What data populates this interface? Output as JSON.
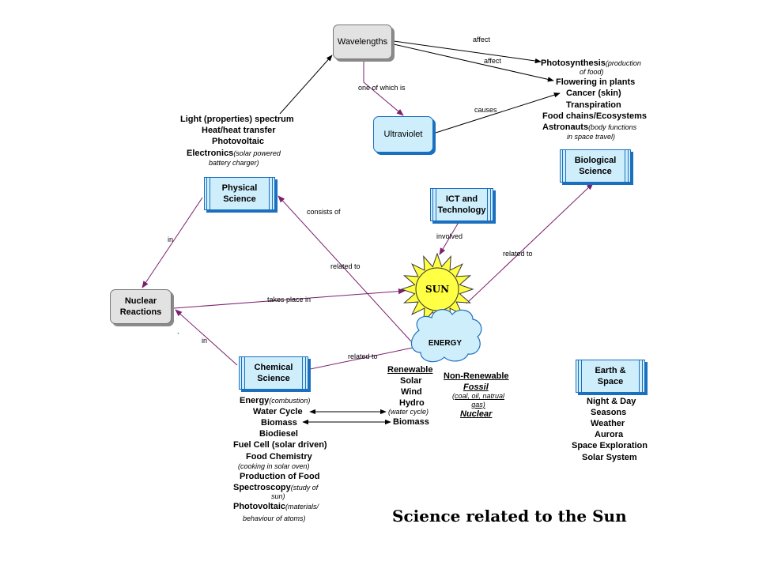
{
  "title": "Science related to the Sun",
  "nodes": {
    "wavelengths": "Wavelengths",
    "ultraviolet": "Ultraviolet",
    "physical_science": [
      "Physical",
      "Science"
    ],
    "biological_science": [
      "Biological",
      "Science"
    ],
    "ict": [
      "ICT and",
      "Technology"
    ],
    "sun": "SUN",
    "energy": "ENERGY",
    "nuclear_reactions": [
      "Nuclear",
      "Reactions"
    ],
    "chemical_science": [
      "Chemical",
      "Science"
    ],
    "earth_space": [
      "Earth &",
      "Space"
    ]
  },
  "edge_labels": {
    "affect_1": "affect",
    "affect_2": "affect",
    "one_of_which_is": "one of which is",
    "causes": "causes",
    "consists_of": "consists of",
    "in_1": "in",
    "in_2": "in",
    "involved": "involved",
    "related_to_bio": "related to",
    "related_to_phys": "related to",
    "takes_place_in": "takes place in",
    "related_to_chem": "related to"
  },
  "stray_mark": "`",
  "bio_effects": [
    {
      "main": "Photosynthesis",
      "note": "(production"
    },
    {
      "main": "",
      "note": "of food)"
    },
    {
      "main": "Flowering in plants",
      "note": ""
    },
    {
      "main": "Cancer (skin)",
      "note": ""
    },
    {
      "main": "Transpiration",
      "note": ""
    },
    {
      "main": "Food chains/Ecosystems",
      "note": ""
    },
    {
      "main": "Astronauts",
      "note": "(body functions"
    },
    {
      "main": "",
      "note": "in space travel)"
    }
  ],
  "physical_topics": [
    {
      "main": "Light (properties) spectrum",
      "note": ""
    },
    {
      "main": "Heat/heat transfer",
      "note": ""
    },
    {
      "main": "Photovoltaic",
      "note": ""
    },
    {
      "main": "Electronics",
      "note": "(solar powered"
    },
    {
      "main": "",
      "note": "battery charger)"
    }
  ],
  "energy_types": {
    "renewable_heading": "Renewable",
    "renewable": [
      "Solar",
      "Wind",
      "Hydro"
    ],
    "water_cycle_note": "(water cycle)",
    "renewable_last": "Biomass",
    "nonrenewable_heading": "Non-Renewable",
    "fossil": "Fossil",
    "fossil_note": [
      "(coal, oil, natrual",
      "gas)"
    ],
    "nuclear": "Nuclear"
  },
  "chemical_topics": [
    {
      "main": "Energy",
      "note": "(combustion)"
    },
    {
      "main": "Water Cycle",
      "note": ""
    },
    {
      "main": "Biomass",
      "note": ""
    },
    {
      "main": "Biodiesel",
      "note": ""
    },
    {
      "main": "Fuel Cell (solar driven)",
      "note": ""
    },
    {
      "main": "Food Chemistry",
      "note": ""
    },
    {
      "main": "",
      "note": "(cooking in solar oven)"
    },
    {
      "main": "Production of Food",
      "note": ""
    },
    {
      "main": "Spectroscopy",
      "note": "(study of"
    },
    {
      "main": "",
      "note": "sun)"
    },
    {
      "main": "Photovoltaic",
      "note": "(materials/"
    },
    {
      "main": "",
      "note": "behaviour of atoms)"
    }
  ],
  "earth_topics": [
    "Night & Day",
    "Seasons",
    "Weather",
    "Aurora",
    "Space Exploration",
    "Solar System"
  ],
  "colors": {
    "arrow": "#7b1f6e",
    "box_blue": "#cfeefc",
    "box_border": "#1b6fbf",
    "sun_fill": "#ffff44"
  }
}
